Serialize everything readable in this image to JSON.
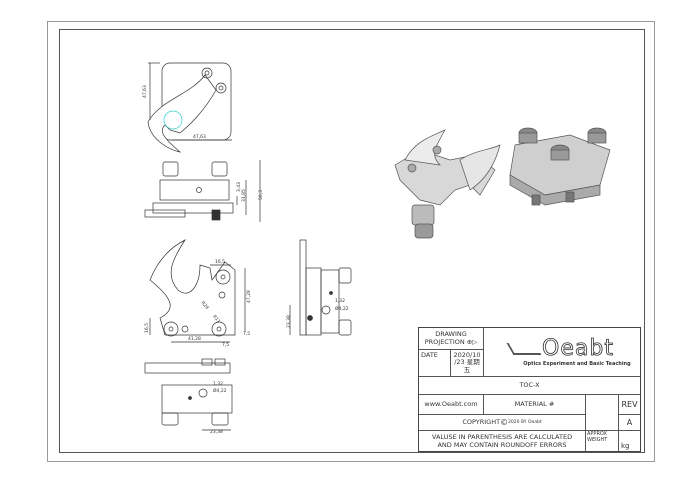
{
  "title_block": {
    "drawing_label": "DRAWING",
    "projection_label": "PROJECTION",
    "date_label": "DATE",
    "date_value_line1": "2020/10",
    "date_value_line2": "/23 星期",
    "date_value_line3": "五",
    "logo_text": "Oeabt",
    "logo_tagline": "Optics Experiment and Basic Teaching",
    "part_name": "TOC-X",
    "website": "www.Oeabt.com",
    "material_label": "MATERIAL #",
    "rev_label": "REV",
    "rev_value": "A",
    "copyright_label": "COPYRIGHT",
    "copyright_year": "2020 BY Oeabt",
    "note_line1": "VALUSE IN PARENTHESIS ARE CALCULATED",
    "note_line2": "AND MAY CONTAIN ROUNDOFF ERRORS",
    "weight_label_line1": "APPROX",
    "weight_label_line2": "WEIGHT",
    "weight_unit": "kg"
  },
  "dimensions": {
    "top_height": "47,63",
    "top_width": "47,63",
    "side_small": "3,43",
    "side_mid": "31,85",
    "side_total": "50,3",
    "front_top_width": "16,5",
    "front_height": "47,28",
    "front_left_height": "16,5",
    "front_width": "41,28",
    "front_offset": "7,5",
    "front_offset_v": "7,5",
    "radius_large": "R29",
    "radius_small": "R11",
    "right_height": "23,38",
    "right_dia1": "1,32",
    "right_dia2": "Ø4,22",
    "bottom_width": "23,38",
    "bottom_dia1": "1,32",
    "bottom_dia2": "Ø4,22"
  }
}
